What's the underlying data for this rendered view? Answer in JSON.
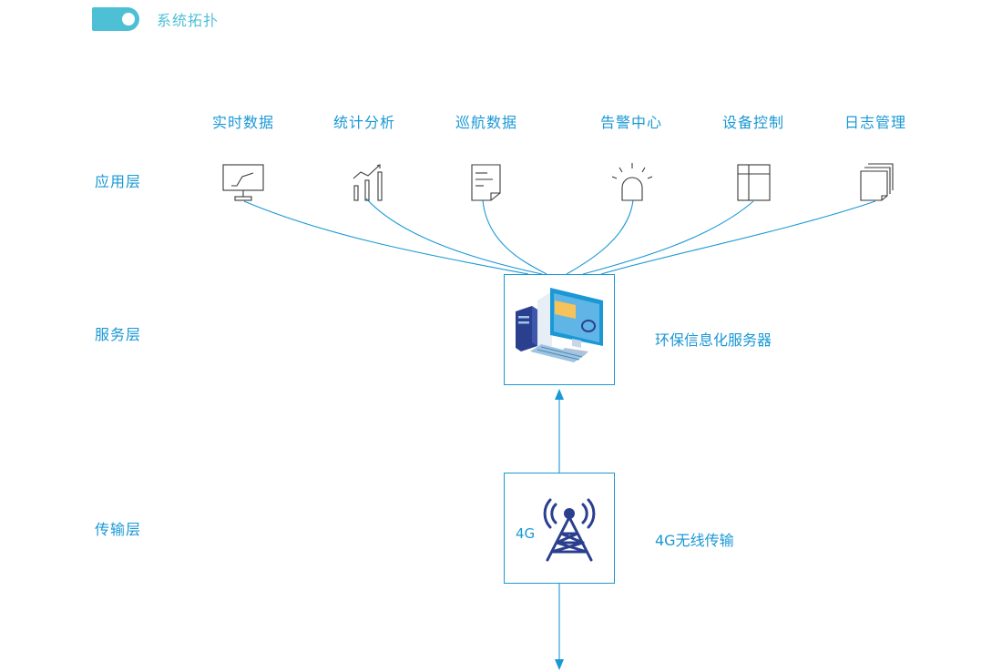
{
  "header": {
    "title": "系统拓扑"
  },
  "layers": {
    "application": "应用层",
    "service": "服务层",
    "transmission": "传输层"
  },
  "apps": [
    {
      "label": "实时数据",
      "icon": "monitor-trend-icon"
    },
    {
      "label": "统计分析",
      "icon": "bar-chart-icon"
    },
    {
      "label": "巡航数据",
      "icon": "document-icon"
    },
    {
      "label": "告警中心",
      "icon": "alarm-light-icon"
    },
    {
      "label": "设备控制",
      "icon": "panel-icon"
    },
    {
      "label": "日志管理",
      "icon": "stacked-pages-icon"
    }
  ],
  "server": {
    "label": "环保信息化服务器",
    "icon": "computer-icon"
  },
  "transmission": {
    "label": "4G无线传输",
    "icon_text": "4G",
    "icon": "signal-tower-icon"
  },
  "colors": {
    "line": "#1a98d5",
    "accent": "#4ec0d6",
    "navy": "#2b3f8f"
  }
}
